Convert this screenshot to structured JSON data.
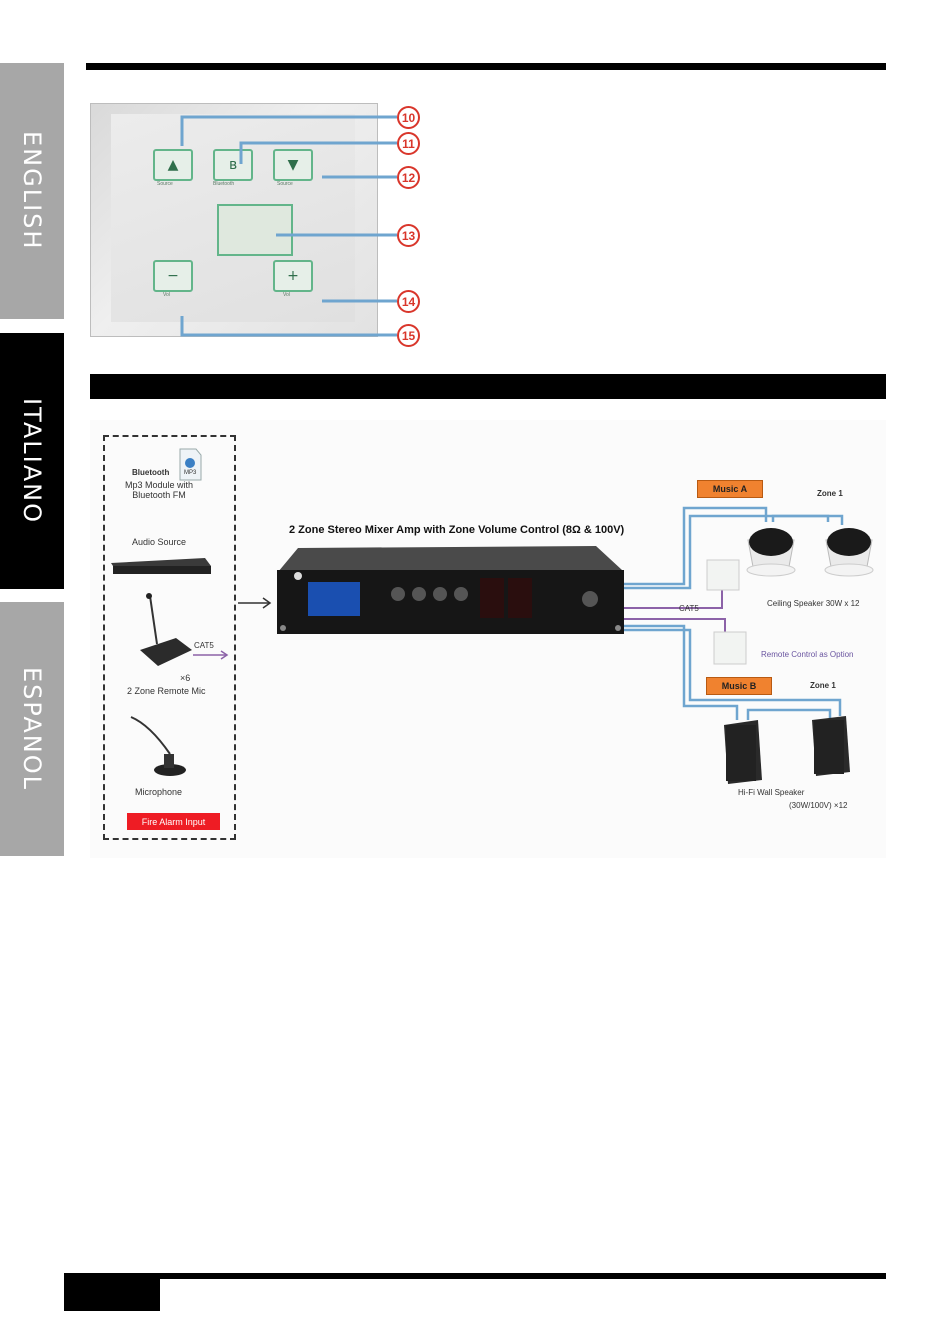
{
  "sidebar": {
    "tabs": [
      {
        "label": "ENGLISH"
      },
      {
        "label": "ITALIANO"
      },
      {
        "label": "ESPANOL"
      }
    ]
  },
  "panel": {
    "button_labels": [
      "Source",
      "Bluetooth",
      "Source",
      "Vol",
      "Vol"
    ],
    "callouts": [
      "10",
      "11",
      "12",
      "13",
      "14",
      "15"
    ]
  },
  "diagram": {
    "amp_title": "2 Zone  Stereo Mixer Amp with Zone Volume Control (8Ω & 100V)",
    "bluetooth_brand": "Bluetooth",
    "mp3_file": "MP3",
    "mp3_module": "Mp3 Module with\nBluetooth FM",
    "audio_source": "Audio Source",
    "cat5_left": "CAT5",
    "remote_mic_count": "×6",
    "remote_mic": "2 Zone Remote Mic",
    "microphone": "Microphone",
    "fire_alarm": "Fire Alarm Input",
    "music_a": "Music A",
    "music_b": "Music B",
    "zone_a": "Zone 1",
    "zone_b": "Zone 1",
    "cat5_right": "CAT5",
    "ceiling_speaker": "Ceiling Speaker 30W x 12",
    "remote_control": "Remote Control as Option",
    "wall_speaker_line1": "Hi-Fi Wall Speaker",
    "wall_speaker_line2": "(30W/100V) ×12"
  },
  "colors": {
    "tab_grey": "#a7a7a7",
    "tab_black": "#000000",
    "callout_red": "#d9362b",
    "wire_blue": "#6fa5cf",
    "wire_purple": "#8c62a8",
    "music_orange": "#f0822f",
    "fire_red": "#ee1c24",
    "panel_led_green": "#63b58a"
  }
}
